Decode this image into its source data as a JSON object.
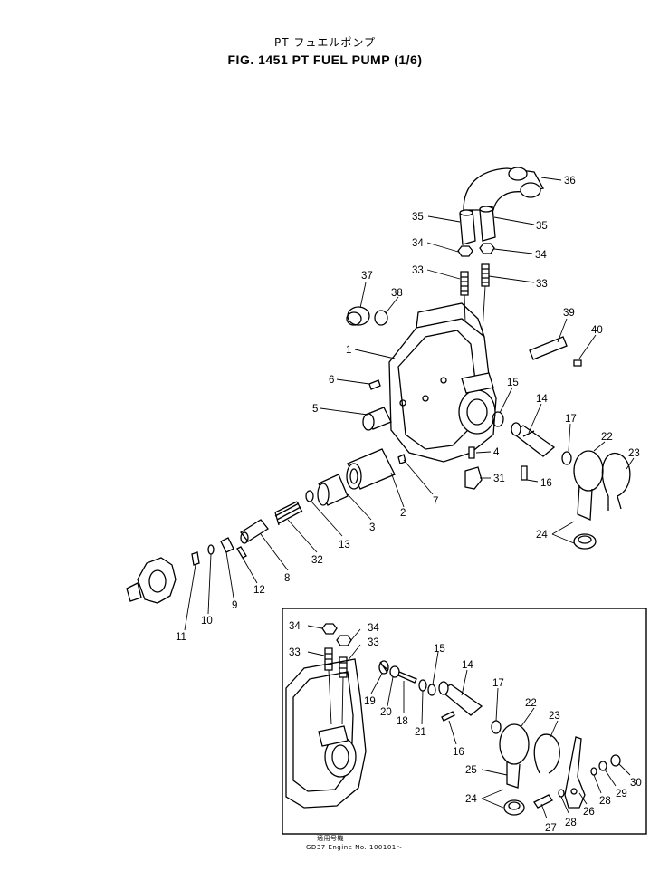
{
  "header": {
    "title_jp": "PT フュエルポンプ",
    "title": "FIG. 1451  PT FUEL PUMP (1/6)"
  },
  "callouts_main": [
    "36",
    "35",
    "35",
    "34",
    "34",
    "33",
    "33",
    "37",
    "38",
    "39",
    "40",
    "1",
    "6",
    "15",
    "14",
    "17",
    "22",
    "23",
    "5",
    "4",
    "31",
    "16",
    "2",
    "7",
    "3",
    "13",
    "32",
    "8",
    "12",
    "9",
    "10",
    "11",
    "24"
  ],
  "callouts_inset": [
    "34",
    "34",
    "33",
    "33",
    "15",
    "14",
    "17",
    "22",
    "23",
    "19",
    "20",
    "18",
    "21",
    "16",
    "25",
    "24",
    "27",
    "28",
    "26",
    "28",
    "29",
    "30"
  ],
  "applicability": {
    "label": "適用号機",
    "text": "GD37  Engine  No.  100101～"
  }
}
